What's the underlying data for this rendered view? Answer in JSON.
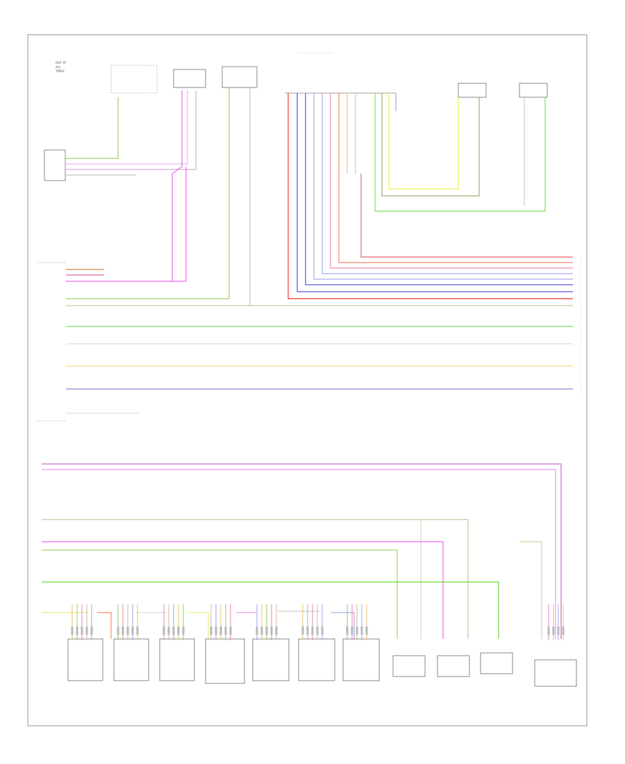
{
  "diagram": {
    "top_captions": [
      {
        "id": "cap-air-bag-module",
        "lines": [
          "HOT AT",
          "ALL",
          "TIMES"
        ]
      },
      {
        "id": "cap-connector",
        "lines": [
          "",
          "",
          ""
        ]
      },
      {
        "id": "cap-left-a-pillar",
        "lines": [
          "",
          ""
        ]
      },
      {
        "id": "cap-splice-pack",
        "lines": [
          "",
          ""
        ]
      },
      {
        "id": "cap-right-side",
        "lines": [
          "",
          "",
          ""
        ]
      },
      {
        "id": "cap-left-side",
        "lines": [
          "",
          "",
          "",
          ""
        ]
      }
    ],
    "left_captions": {
      "pressure_sensor": [
        "",
        "",
        ""
      ],
      "control_module": [
        "",
        "",
        ""
      ]
    },
    "bottom_components": [
      {
        "id": "front-passenger-seat-belt",
        "lines": [
          "",
          "",
          "",
          ""
        ]
      },
      {
        "id": "front-side-left",
        "lines": [
          "",
          "",
          "",
          ""
        ]
      },
      {
        "id": "front-center",
        "lines": [
          "",
          "",
          "",
          ""
        ]
      },
      {
        "id": "front-passenger-occupant",
        "lines": [
          "",
          "",
          "",
          "",
          ""
        ]
      },
      {
        "id": "seat-position-sensor",
        "lines": [
          "",
          "",
          "",
          "",
          ""
        ]
      },
      {
        "id": "driver-seat-belt",
        "lines": [
          "",
          "",
          "",
          "",
          ""
        ]
      },
      {
        "id": "seat-belt-latch-right",
        "lines": [
          "",
          "",
          "",
          ""
        ]
      },
      {
        "id": "left-front-door",
        "lines": [
          "",
          "",
          "",
          "",
          "",
          ""
        ]
      },
      {
        "id": "right-occupant-sensor",
        "lines": [
          "",
          "",
          "",
          "",
          "",
          ""
        ]
      },
      {
        "id": "instrument-cluster",
        "lines": [
          "",
          "",
          "",
          "",
          ""
        ]
      },
      {
        "id": "passenger-airbag-module",
        "lines": [
          "",
          "",
          "",
          "",
          "",
          ""
        ]
      }
    ],
    "page_ref": ""
  }
}
